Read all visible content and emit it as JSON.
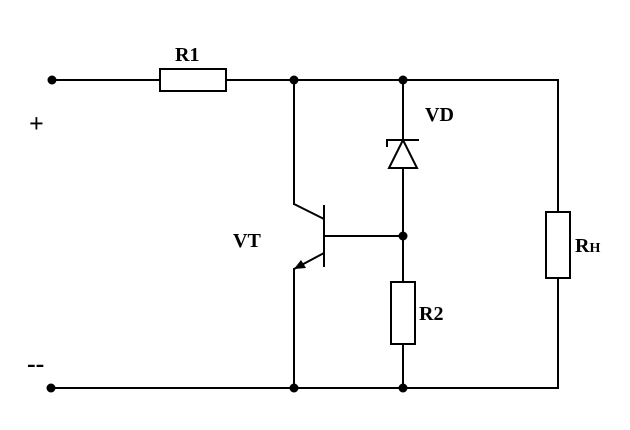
{
  "labels": {
    "r1": "R1",
    "r2": "R2",
    "vd": "VD",
    "vt": "VT",
    "rh_main": "R",
    "rh_sub": "H",
    "plus": "+",
    "minus": "--"
  },
  "colors": {
    "line": "#000000",
    "background": "#ffffff"
  }
}
